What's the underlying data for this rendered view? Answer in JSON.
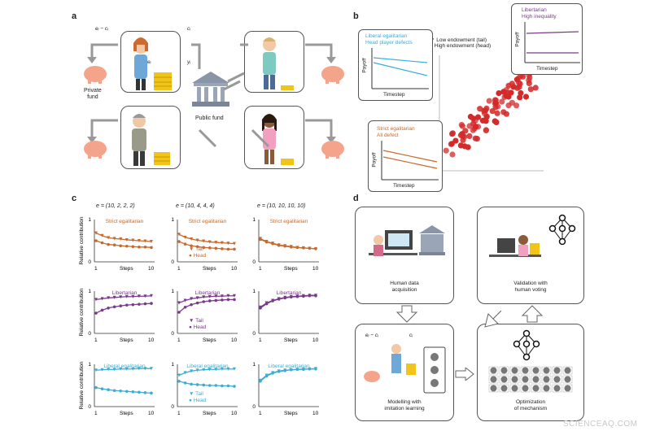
{
  "panels": {
    "a": "a",
    "b": "b",
    "c": "c",
    "d": "d"
  },
  "panel_a": {
    "eq_left": "eᵢ − cᵢ",
    "eq_c": "cᵢ",
    "eq_e": "eᵢ",
    "eq_y": "yᵢ",
    "private_fund": "Private\nfund",
    "public_fund": "Public fund"
  },
  "panel_b": {
    "legend_low": "Low endowment (tail)",
    "legend_high": "High endowment (head)",
    "payoff": "Payoff",
    "timestep": "Timestep",
    "liberal": {
      "line1": "Liberal egalitarian",
      "line2": "Head player defects"
    },
    "libertarian": {
      "line1": "Libertarian",
      "line2": "High inequality"
    },
    "strict": {
      "line1": "Strict egalitarian",
      "line2": "All defect"
    },
    "colors": {
      "liberal": "#3aaed8",
      "libertarian": "#7a3a8c",
      "strict": "#c8692a",
      "cluster": "#d42a2a"
    }
  },
  "panel_c": {
    "col_titles": [
      "e = (10, 2, 2, 2)",
      "e = (10, 4, 4, 4)",
      "e = (10, 10, 10, 10)"
    ],
    "row_titles": [
      "Strict egalitarian",
      "Libertarian",
      "Liberal egalitarian"
    ],
    "ylabel": "Relative contribution",
    "xlabel": "Steps",
    "y_ticks": [
      "0",
      "1"
    ],
    "x_ticks": [
      "1",
      "10"
    ],
    "legend_tail": "Tail",
    "legend_head": "Head"
  },
  "chart_data": [
    {
      "type": "line",
      "title": "Strict egalitarian",
      "x": [
        1,
        2,
        3,
        4,
        5,
        6,
        7,
        8,
        9,
        10
      ],
      "series": [
        {
          "name": "Tail",
          "values": [
            0.68,
            0.62,
            0.57,
            0.55,
            0.54,
            0.52,
            0.51,
            0.5,
            0.49,
            0.48
          ]
        },
        {
          "name": "Head",
          "values": [
            0.5,
            0.45,
            0.41,
            0.4,
            0.38,
            0.37,
            0.36,
            0.35,
            0.35,
            0.34
          ]
        }
      ],
      "ylim": [
        0,
        1
      ],
      "xlabel": "Steps",
      "ylabel": "Relative contribution"
    },
    {
      "type": "line",
      "title": "Strict egalitarian",
      "x": [
        1,
        2,
        3,
        4,
        5,
        6,
        7,
        8,
        9,
        10
      ],
      "series": [
        {
          "name": "Tail",
          "values": [
            0.65,
            0.58,
            0.54,
            0.51,
            0.49,
            0.47,
            0.46,
            0.45,
            0.44,
            0.43
          ]
        },
        {
          "name": "Head",
          "values": [
            0.48,
            0.42,
            0.38,
            0.36,
            0.34,
            0.33,
            0.32,
            0.31,
            0.3,
            0.3
          ]
        }
      ],
      "ylim": [
        0,
        1
      ],
      "xlabel": "Steps"
    },
    {
      "type": "line",
      "title": "Strict egalitarian",
      "x": [
        1,
        2,
        3,
        4,
        5,
        6,
        7,
        8,
        9,
        10
      ],
      "series": [
        {
          "name": "Tail",
          "values": [
            0.55,
            0.48,
            0.44,
            0.4,
            0.38,
            0.36,
            0.34,
            0.33,
            0.32,
            0.31
          ]
        },
        {
          "name": "Head",
          "values": [
            0.53,
            0.47,
            0.43,
            0.39,
            0.37,
            0.35,
            0.34,
            0.33,
            0.32,
            0.31
          ]
        }
      ],
      "ylim": [
        0,
        1
      ],
      "xlabel": "Steps"
    },
    {
      "type": "line",
      "title": "Libertarian",
      "x": [
        1,
        2,
        3,
        4,
        5,
        6,
        7,
        8,
        9,
        10
      ],
      "series": [
        {
          "name": "Tail",
          "values": [
            0.8,
            0.82,
            0.84,
            0.85,
            0.86,
            0.87,
            0.87,
            0.88,
            0.88,
            0.89
          ]
        },
        {
          "name": "Head",
          "values": [
            0.48,
            0.55,
            0.6,
            0.63,
            0.65,
            0.67,
            0.68,
            0.69,
            0.7,
            0.71
          ]
        }
      ],
      "ylim": [
        0,
        1
      ],
      "xlabel": "Steps",
      "ylabel": "Relative contribution"
    },
    {
      "type": "line",
      "title": "Libertarian",
      "x": [
        1,
        2,
        3,
        4,
        5,
        6,
        7,
        8,
        9,
        10
      ],
      "series": [
        {
          "name": "Tail",
          "values": [
            0.72,
            0.78,
            0.82,
            0.84,
            0.86,
            0.87,
            0.88,
            0.88,
            0.89,
            0.89
          ]
        },
        {
          "name": "Head",
          "values": [
            0.5,
            0.62,
            0.68,
            0.72,
            0.75,
            0.77,
            0.78,
            0.79,
            0.8,
            0.8
          ]
        }
      ],
      "ylim": [
        0,
        1
      ],
      "xlabel": "Steps"
    },
    {
      "type": "line",
      "title": "Libertarian",
      "x": [
        1,
        2,
        3,
        4,
        5,
        6,
        7,
        8,
        9,
        10
      ],
      "series": [
        {
          "name": "Tail",
          "values": [
            0.62,
            0.72,
            0.78,
            0.82,
            0.85,
            0.87,
            0.88,
            0.89,
            0.9,
            0.9
          ]
        },
        {
          "name": "Head",
          "values": [
            0.6,
            0.7,
            0.77,
            0.81,
            0.84,
            0.86,
            0.87,
            0.88,
            0.89,
            0.89
          ]
        }
      ],
      "ylim": [
        0,
        1
      ],
      "xlabel": "Steps"
    },
    {
      "type": "line",
      "title": "Liberal egalitarian",
      "x": [
        1,
        2,
        3,
        4,
        5,
        6,
        7,
        8,
        9,
        10
      ],
      "series": [
        {
          "name": "Tail",
          "values": [
            0.86,
            0.87,
            0.88,
            0.88,
            0.89,
            0.89,
            0.89,
            0.9,
            0.9,
            0.9
          ]
        },
        {
          "name": "Head",
          "values": [
            0.45,
            0.42,
            0.4,
            0.38,
            0.37,
            0.36,
            0.35,
            0.34,
            0.33,
            0.32
          ]
        }
      ],
      "ylim": [
        0,
        1
      ],
      "xlabel": "Steps",
      "ylabel": "Relative contribution"
    },
    {
      "type": "line",
      "title": "Liberal egalitarian",
      "x": [
        1,
        2,
        3,
        4,
        5,
        6,
        7,
        8,
        9,
        10
      ],
      "series": [
        {
          "name": "Tail",
          "values": [
            0.74,
            0.8,
            0.84,
            0.86,
            0.87,
            0.88,
            0.88,
            0.89,
            0.89,
            0.89
          ]
        },
        {
          "name": "Head",
          "values": [
            0.6,
            0.56,
            0.53,
            0.52,
            0.51,
            0.5,
            0.5,
            0.49,
            0.49,
            0.48
          ]
        }
      ],
      "ylim": [
        0,
        1
      ],
      "xlabel": "Steps"
    },
    {
      "type": "line",
      "title": "Liberal egalitarian",
      "x": [
        1,
        2,
        3,
        4,
        5,
        6,
        7,
        8,
        9,
        10
      ],
      "series": [
        {
          "name": "Tail",
          "values": [
            0.62,
            0.74,
            0.8,
            0.84,
            0.86,
            0.87,
            0.88,
            0.89,
            0.89,
            0.9
          ]
        },
        {
          "name": "Head",
          "values": [
            0.6,
            0.72,
            0.79,
            0.83,
            0.85,
            0.87,
            0.88,
            0.88,
            0.89,
            0.89
          ]
        }
      ],
      "ylim": [
        0,
        1
      ],
      "xlabel": "Steps"
    }
  ],
  "panel_d": {
    "human_data": "Human data\nacquisition",
    "validation": "Validation with\nhuman voting",
    "modelling": "Modelling with\nimitation learning",
    "optimization": "Optimization\nof mechanism",
    "eq_left": "eᵢ − cᵢ",
    "eq_c": "cᵢ"
  },
  "watermark": "SCIENCEAQ.COM"
}
